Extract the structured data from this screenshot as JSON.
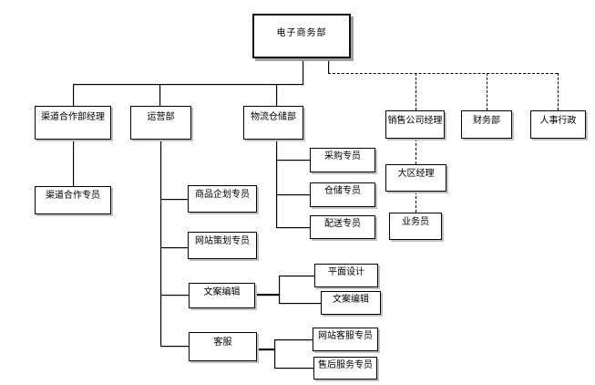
{
  "colors": {
    "background": "#ffffff",
    "line": "#000000",
    "box_border": "#000000",
    "box_shadow": "#c2c2c2"
  },
  "nodes": {
    "root": {
      "label": "电子商务部"
    },
    "channel_mgr": {
      "label": "渠道合作部经理"
    },
    "operations": {
      "label": "运营部"
    },
    "logistics": {
      "label": "物流仓储部"
    },
    "sales_mgr": {
      "label": "销售公司经理"
    },
    "finance": {
      "label": "财务部"
    },
    "hr": {
      "label": "人事行政"
    },
    "channel_spec": {
      "label": "渠道合作专员"
    },
    "purchasing": {
      "label": "采购专员"
    },
    "warehouse": {
      "label": "仓储专员"
    },
    "delivery": {
      "label": "配送专员"
    },
    "product_planning": {
      "label": "商品企划专员"
    },
    "web_planning": {
      "label": "网站策划专员"
    },
    "copywriting": {
      "label": "文案编辑"
    },
    "customer_service": {
      "label": "客服"
    },
    "graphic_design": {
      "label": "平面设计"
    },
    "copy_editor": {
      "label": "文案编辑"
    },
    "web_cs": {
      "label": "网站客服专员"
    },
    "after_sales": {
      "label": "售后服务专员"
    },
    "regional_mgr": {
      "label": "大区经理"
    },
    "salesperson": {
      "label": "业务员"
    }
  },
  "edges": [
    {
      "from": "root",
      "to": "channel_mgr",
      "style": "solid"
    },
    {
      "from": "root",
      "to": "operations",
      "style": "solid"
    },
    {
      "from": "root",
      "to": "logistics",
      "style": "solid"
    },
    {
      "from": "root",
      "to": "sales_mgr",
      "style": "dashed"
    },
    {
      "from": "root",
      "to": "finance",
      "style": "dashed"
    },
    {
      "from": "root",
      "to": "hr",
      "style": "dashed"
    },
    {
      "from": "channel_mgr",
      "to": "channel_spec",
      "style": "solid"
    },
    {
      "from": "logistics",
      "to": "purchasing",
      "style": "solid"
    },
    {
      "from": "logistics",
      "to": "warehouse",
      "style": "solid"
    },
    {
      "from": "logistics",
      "to": "delivery",
      "style": "solid"
    },
    {
      "from": "operations",
      "to": "product_planning",
      "style": "solid"
    },
    {
      "from": "operations",
      "to": "web_planning",
      "style": "solid"
    },
    {
      "from": "operations",
      "to": "copywriting",
      "style": "solid"
    },
    {
      "from": "operations",
      "to": "customer_service",
      "style": "solid"
    },
    {
      "from": "copywriting",
      "to": "graphic_design",
      "style": "solid"
    },
    {
      "from": "copywriting",
      "to": "copy_editor",
      "style": "solid"
    },
    {
      "from": "customer_service",
      "to": "web_cs",
      "style": "solid"
    },
    {
      "from": "customer_service",
      "to": "after_sales",
      "style": "solid"
    },
    {
      "from": "sales_mgr",
      "to": "regional_mgr",
      "style": "dashed"
    },
    {
      "from": "regional_mgr",
      "to": "salesperson",
      "style": "dashed"
    }
  ]
}
